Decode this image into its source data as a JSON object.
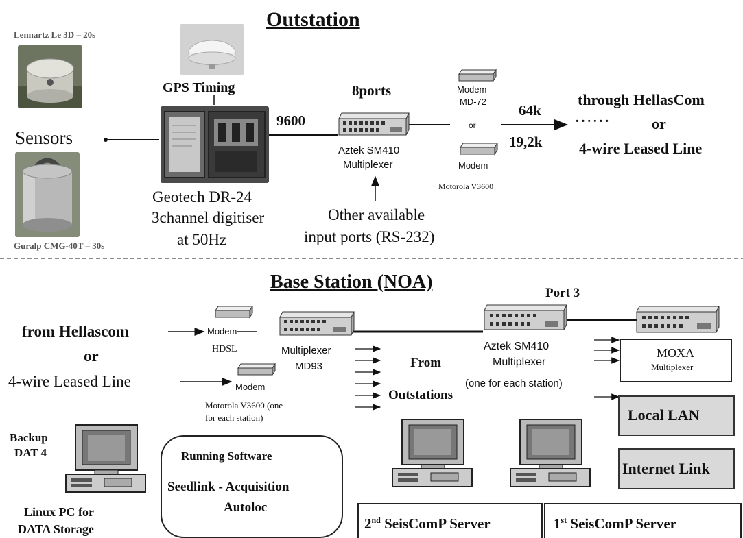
{
  "outstation": {
    "title": "Outstation",
    "sensor_label": "Sensors",
    "sensor1_caption": "Lennartz Le 3D – 20s",
    "sensor2_caption": "Guralp CMG-40T – 30s",
    "gps_label": "GPS Timing",
    "digitiser_lines": [
      "Geotech DR-24",
      "3channel digitiser",
      "at 50Hz"
    ],
    "baud_label": "9600",
    "ports_label": "8ports",
    "mux_lines": [
      "Aztek SM410",
      "Multiplexer"
    ],
    "other_ports_lines": [
      "Other available",
      "input ports (RS-232)"
    ],
    "modem1_lines": [
      "Modem",
      "MD-72"
    ],
    "or_small": "or",
    "modem2_label": "Modem",
    "modem2_model": "Motorola V3600",
    "speed1": "64k",
    "speed2": "19,2k",
    "dots": "······",
    "link_lines": [
      "through HellasCom",
      "or",
      "4-wire Leased Line"
    ]
  },
  "base": {
    "title": "Base Station (NOA)",
    "from_lines": [
      "from Hellascom",
      "or",
      "4-wire Leased Line"
    ],
    "modem_top": "Modem",
    "hdsl": "HDSL",
    "modem_bottom": "Modem",
    "motorola_lines": [
      "Motorola V3600 (one",
      "for each station)"
    ],
    "mux93_lines": [
      "Multiplexer",
      "MD93"
    ],
    "from_outstations": [
      "From",
      "Outstations"
    ],
    "port3": "Port 3",
    "aztek_lines": [
      "Aztek SM410",
      "Multiplexer",
      "(one for each station)"
    ],
    "moxa_lines": [
      "MOXA",
      "Multiplexer"
    ],
    "local_lan": "Local LAN",
    "internet": "Internet Link",
    "backup_lines": [
      "Backup",
      "DAT 4"
    ],
    "linux_lines": [
      "Linux PC for",
      "DATA Storage"
    ],
    "software_title": "Running Software",
    "software_lines": [
      "Seedlink - Acquisition",
      "Autoloc"
    ],
    "server2": {
      "ord": "2",
      "sup": "nd",
      "rest": " SeisComP Server"
    },
    "server1": {
      "ord": "1",
      "sup": "st",
      "rest": " SeisComP Server"
    }
  }
}
